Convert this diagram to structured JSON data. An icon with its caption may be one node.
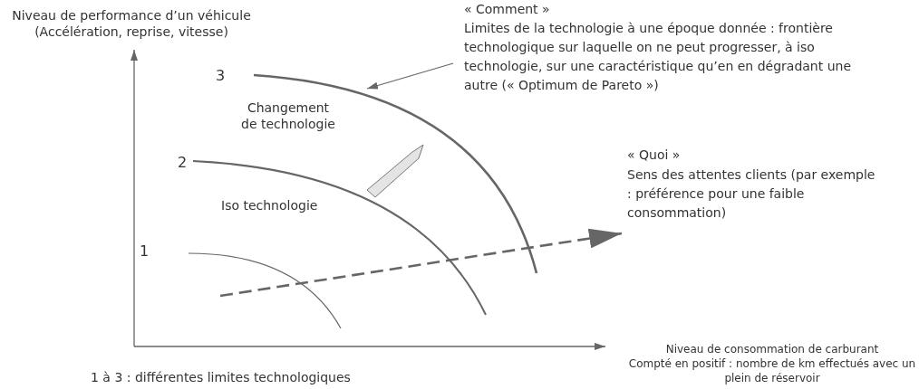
{
  "diagram": {
    "nodes": [
      {
        "text": [
          "« Comment »",
          "Limites de la technologie à une époque donnée : frontière technologique sur laquelle on ne peut progresser, à iso technologie, sur une caractéristique qu’en en dégradant une autre (« Optimum de Pareto »)"
        ]
      },
      {
        "text": [],
        "shape": "curve"
      }
    ],
    "edges": [
      {
        "from": 0,
        "to": 1,
        "arrow": "to"
      }
    ],
    "labels": [
      "Niveau de performance d’un véhicule (Accélération, reprise, vitesse)",
      "3",
      "Changement de technologie",
      "« Quoi »",
      "Sens des attentes clients (par exemple : préférence pour une faible consommation)",
      "2",
      "Iso technologie",
      "1",
      "Niveau de consommation de carburant",
      "Compté en positif : nombre de km effectués avec un plein de réservoir",
      "1 à 3 : différentes limites technologiques"
    ]
  }
}
